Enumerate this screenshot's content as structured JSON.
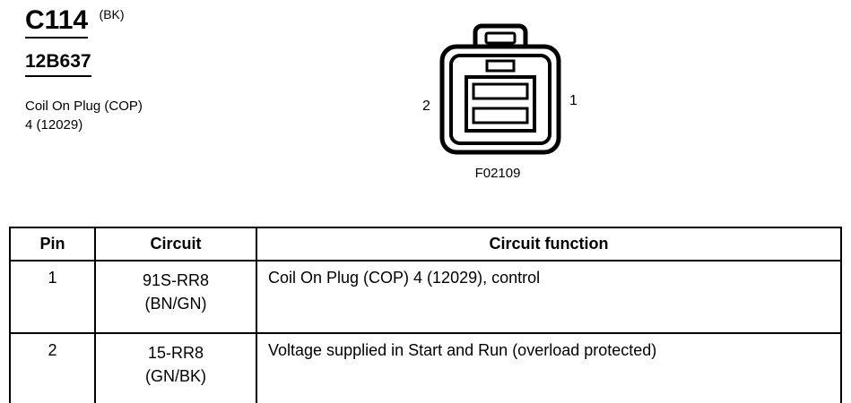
{
  "header": {
    "connector_id": "C114",
    "connector_color": "(BK)",
    "part_number": "12B637",
    "description_line1": "Coil On Plug (COP)",
    "description_line2": "4 (12029)"
  },
  "diagram": {
    "pin_left_label": "2",
    "pin_right_label": "1",
    "figure_id": "F02109"
  },
  "table": {
    "headers": [
      "Pin",
      "Circuit",
      "Circuit function"
    ],
    "rows": [
      {
        "pin": "1",
        "circuit_line1": "91S-RR8",
        "circuit_line2": "(BN/GN)",
        "function": "Coil On Plug (COP) 4 (12029), control"
      },
      {
        "pin": "2",
        "circuit_line1": "15-RR8",
        "circuit_line2": "(GN/BK)",
        "function": "Voltage supplied in Start and Run (overload protected)"
      }
    ]
  }
}
